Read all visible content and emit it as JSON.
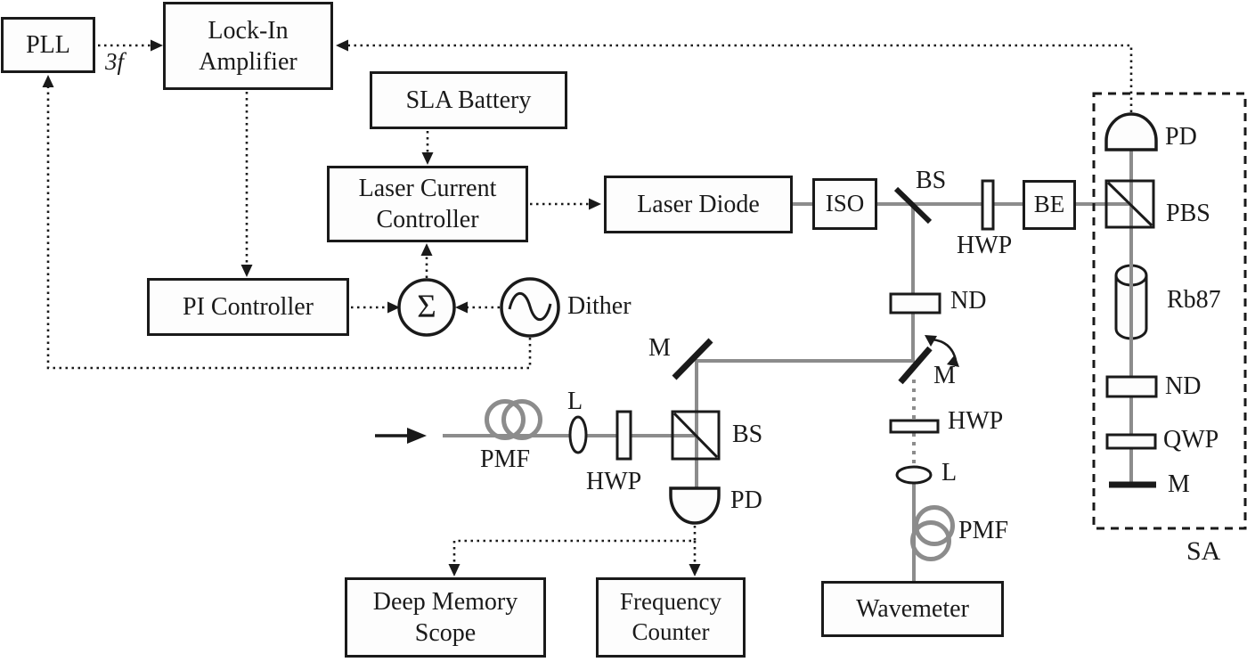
{
  "colors": {
    "ink": "#1a1a1a",
    "beam": "#8c8c8c",
    "box_bg": "#fdfdfd"
  },
  "boxes": {
    "pll": "PLL",
    "lockin_amplifier": "Lock-In Amplifier",
    "sla_battery": "SLA Battery",
    "laser_current_controller": "Laser Current Controller",
    "pi_controller": "PI Controller",
    "laser_diode": "Laser Diode",
    "iso": "ISO",
    "be": "BE",
    "deep_memory_scope": "Deep Memory Scope",
    "frequency_counter": "Frequency Counter",
    "wavemeter": "Wavemeter"
  },
  "nodes": {
    "sum": "Σ",
    "dither": "Dither",
    "three_f": "3f"
  },
  "optics": {
    "bs": "BS",
    "pbs": "PBS",
    "hwp": "HWP",
    "qwp": "QWP",
    "nd": "ND",
    "mirror": "M",
    "lens": "L",
    "pmf": "PMF",
    "pd": "PD",
    "rb_cell": "Rb87",
    "sa": "SA"
  }
}
